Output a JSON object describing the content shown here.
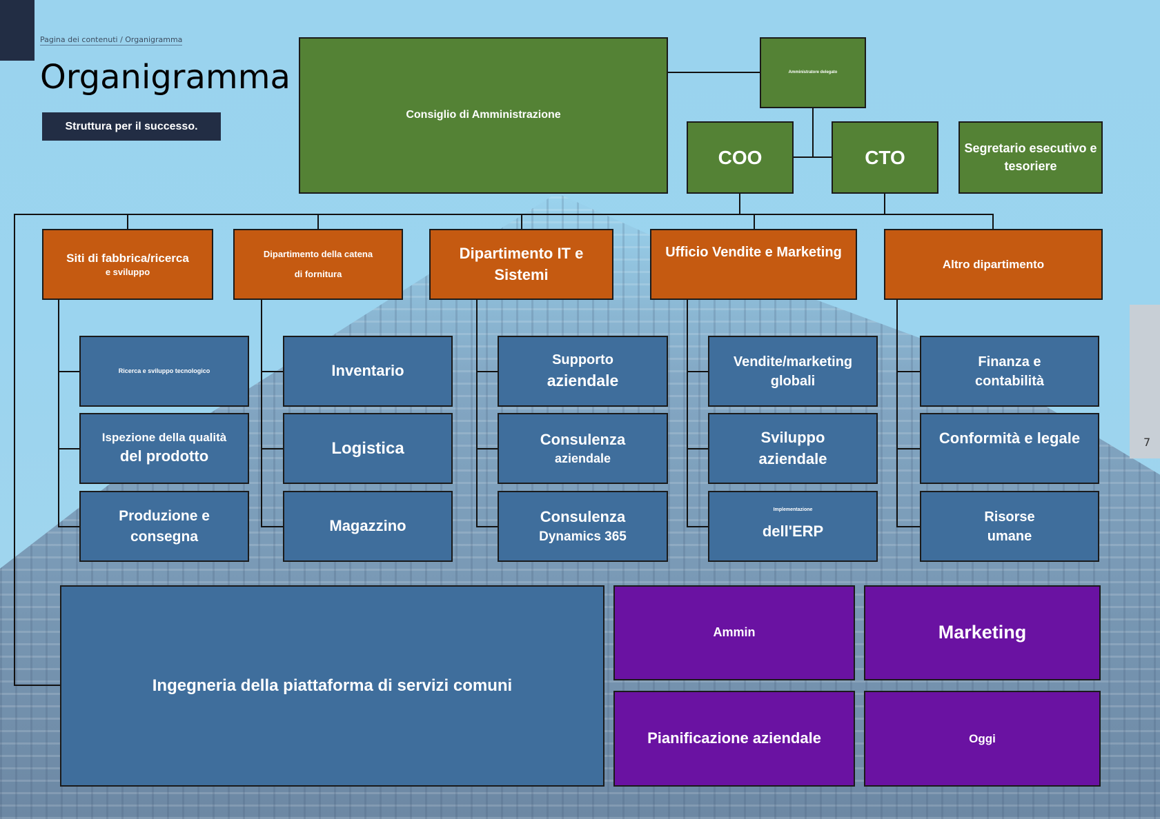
{
  "header": {
    "breadcrumb": "Pagina dei contenuti / Organigramma",
    "title": "Organigramma",
    "badge": "Struttura per il successo.",
    "page_number": "7"
  },
  "colors": {
    "board": "#548235",
    "department": "#c55a11",
    "unit": "#3f6e9c",
    "extra": "#6a12a2",
    "badge": "#222d44"
  },
  "top": {
    "board": "Consiglio di Amministrazione",
    "ceo": "Amministratore delegato",
    "coo": "COO",
    "cto": "CTO",
    "secretary": "Segretario esecutivo e tesoriere"
  },
  "departments": [
    {
      "label_1": "Siti di fabbrica/ricerca",
      "label_2": "e sviluppo",
      "units": [
        {
          "l1": "Ricerca e sviluppo tecnologico",
          "l2": ""
        },
        {
          "l1": "Ispezione della qualità",
          "l2": "del prodotto"
        },
        {
          "l1": "Produzione e",
          "l2": "consegna"
        }
      ]
    },
    {
      "label_1": "Dipartimento della catena",
      "label_2": "di fornitura",
      "units": [
        {
          "l1": "Inventario",
          "l2": ""
        },
        {
          "l1": "Logistica",
          "l2": ""
        },
        {
          "l1": "Magazzino",
          "l2": ""
        }
      ]
    },
    {
      "label_1": "Dipartimento IT e",
      "label_2": "Sistemi",
      "units": [
        {
          "l1": "Supporto",
          "l2": "aziendale"
        },
        {
          "l1": "Consulenza",
          "l2": "aziendale"
        },
        {
          "l1": "Consulenza",
          "l2": "Dynamics 365"
        }
      ]
    },
    {
      "label_1": "Ufficio Vendite e Marketing",
      "label_2": "",
      "units": [
        {
          "l1": "Vendite/marketing",
          "l2": "globali"
        },
        {
          "l1": "Sviluppo",
          "l2": "aziendale"
        },
        {
          "l1": "Implementazione",
          "l2": "dell'ERP"
        }
      ]
    },
    {
      "label_1": "Altro dipartimento",
      "label_2": "",
      "units": [
        {
          "l1": "Finanza e",
          "l2": "contabilità"
        },
        {
          "l1": "Conformità e legale",
          "l2": ""
        },
        {
          "l1": "Risorse",
          "l2": "umane"
        }
      ]
    }
  ],
  "bottom": {
    "platform": "Ingegneria della piattaforma di servizi comuni",
    "admin": "Ammin",
    "marketing": "Marketing",
    "planning": "Pianificazione aziendale",
    "today": "Oggi"
  }
}
